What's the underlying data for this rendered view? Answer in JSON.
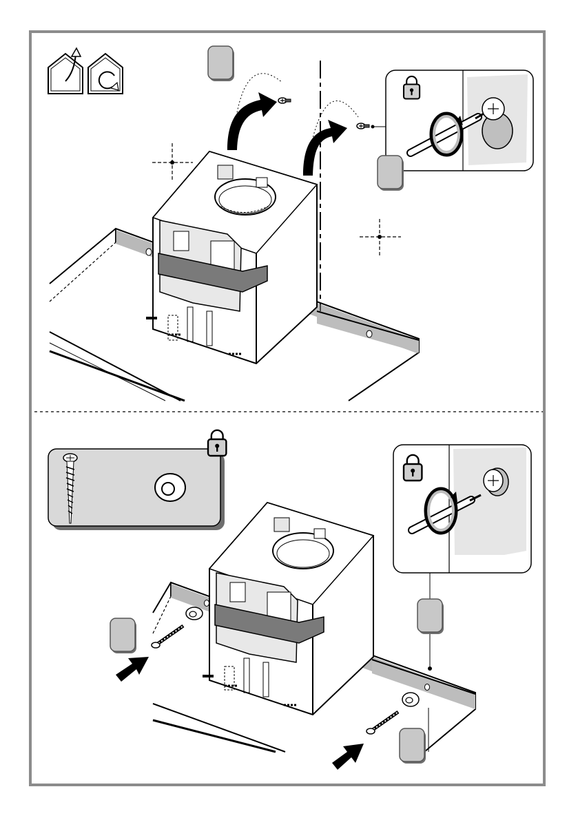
{
  "diagram": {
    "frame_color": "#8c8c8c",
    "callout_fill": "#c8c8c8",
    "panel_fill": "#d9d9d9",
    "strap_fill": "#7a7a7a",
    "wall_fill": "#e6e6e6",
    "icons": {
      "intro": [
        "house-exit-arrow-icon",
        "house-rotate-icon"
      ],
      "lock": "padlock-icon",
      "screwdriver": "screwdriver-icon",
      "screw": "wood-screw-icon",
      "washer": "washer-icon"
    },
    "top_step": {
      "callouts": [
        "callout-top-1",
        "callout-top-2"
      ],
      "detail": "tighten-screw-detail"
    },
    "bottom_step": {
      "callouts": [
        "callout-bottom-1",
        "callout-bottom-2",
        "callout-bottom-3"
      ],
      "detail": "tighten-screw-detail"
    }
  }
}
